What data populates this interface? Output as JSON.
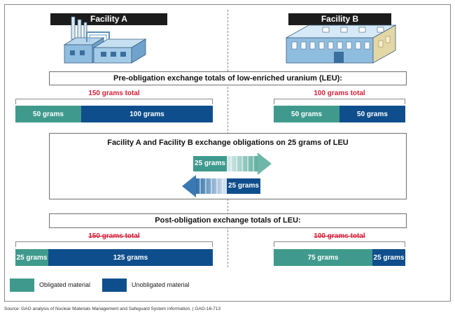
{
  "facility_a": {
    "label": "Facility A",
    "pre": {
      "total": "150 grams total",
      "obligated": "50 grams",
      "unobligated": "100 grams",
      "obligated_g": 50,
      "unobligated_g": 100
    },
    "post": {
      "total": "150 grams total",
      "obligated": "25 grams",
      "unobligated": "125 grams",
      "obligated_g": 25,
      "unobligated_g": 125
    }
  },
  "facility_b": {
    "label": "Facility B",
    "pre": {
      "total": "100 grams total",
      "obligated": "50 grams",
      "unobligated": "50 grams",
      "obligated_g": 50,
      "unobligated_g": 50
    },
    "post": {
      "total": "100 grams total",
      "obligated": "75 grams",
      "unobligated": "25 grams",
      "obligated_g": 75,
      "unobligated_g": 25
    }
  },
  "captions": {
    "pre": "Pre-obligation exchange totals of low-enriched uranium (LEU):",
    "exchange": "Facility A and Facility B exchange obligations on 25 grams of LEU",
    "post": "Post-obligation exchange totals of LEU:"
  },
  "exchange": {
    "a_to_b": "25 grams",
    "b_to_a": "25 grams"
  },
  "legend": {
    "obligated": "Obligated material",
    "unobligated": "Unobligated material"
  },
  "colors": {
    "obligated": "#3f9a8d",
    "unobligated": "#0f4e8c",
    "total_text": "#d51f38",
    "header_bg": "#1c1c1c"
  },
  "icons": {
    "facility_a": "factory-icon",
    "facility_b": "warehouse-icon"
  },
  "source": "Source: GAO analysis of Nuclear Materials Management and Safeguard System information.  |  GAO-16-713"
}
